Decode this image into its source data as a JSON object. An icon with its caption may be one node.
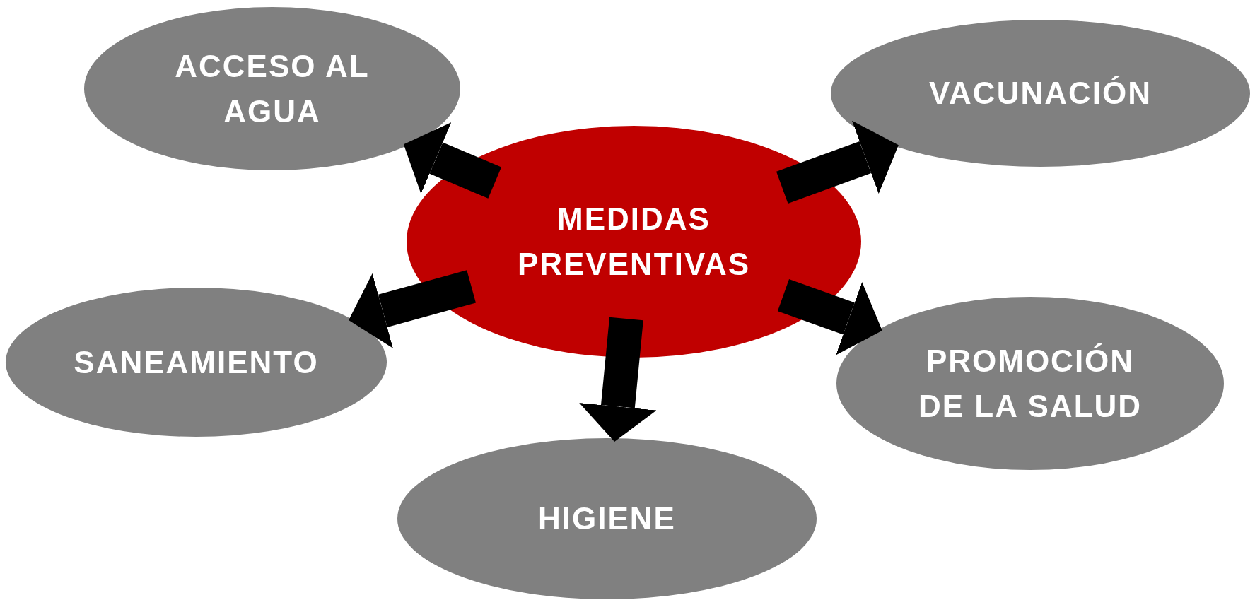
{
  "diagram": {
    "nodes": [
      {
        "text": [
          "MEDIDAS PREVENTIVAS"
        ]
      },
      {
        "text": [
          "ACCESO AL AGUA"
        ]
      },
      {
        "text": [
          "VACUNACIÓN"
        ]
      },
      {
        "text": [
          "SANEAMIENTO"
        ]
      },
      {
        "text": [
          "PROMOCIÓN DE LA SALUD"
        ]
      },
      {
        "text": [
          "HIGIENE"
        ]
      }
    ],
    "edges": [
      {
        "from": 0,
        "to": 1,
        "arrow": "to"
      },
      {
        "from": 0,
        "to": 2,
        "arrow": "to"
      },
      {
        "from": 0,
        "to": 3,
        "arrow": "to"
      },
      {
        "from": 0,
        "to": 4,
        "arrow": "to"
      },
      {
        "from": 0,
        "to": 5,
        "arrow": "to"
      }
    ]
  }
}
